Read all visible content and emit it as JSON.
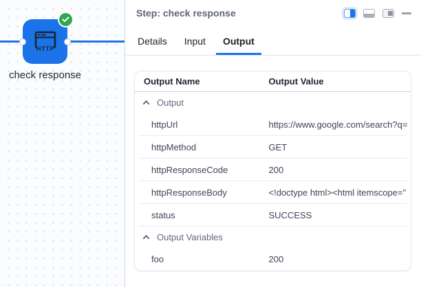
{
  "canvas": {
    "node": {
      "label": "check response",
      "type_label": "HTTP",
      "status": "success",
      "icon": "http-browser-icon"
    },
    "edge_color": "#1a73e8"
  },
  "panel": {
    "title": "Step: check response",
    "toolbar": {
      "icons": [
        {
          "name": "split-view-icon",
          "active": true
        },
        {
          "name": "bottom-panel-icon",
          "active": false
        },
        {
          "name": "right-panel-icon",
          "active": false
        },
        {
          "name": "collapse-icon",
          "active": false
        }
      ]
    },
    "tabs": [
      {
        "label": "Details",
        "active": false
      },
      {
        "label": "Input",
        "active": false
      },
      {
        "label": "Output",
        "active": true
      }
    ],
    "table": {
      "columns": [
        "Output Name",
        "Output Value"
      ],
      "groups": [
        {
          "label": "Output",
          "collapsed": false,
          "rows": [
            {
              "name": "httpUrl",
              "value": "https://www.google.com/search?q="
            },
            {
              "name": "httpMethod",
              "value": "GET"
            },
            {
              "name": "httpResponseCode",
              "value": "200"
            },
            {
              "name": "httpResponseBody",
              "value": "<!doctype html><html itemscope=\""
            },
            {
              "name": "status",
              "value": "SUCCESS"
            }
          ]
        },
        {
          "label": "Output Variables",
          "collapsed": false,
          "rows": [
            {
              "name": "foo",
              "value": "200"
            }
          ]
        }
      ]
    }
  },
  "colors": {
    "accent_blue": "#1a73e8",
    "success_green": "#2fa84f",
    "tab_underline": "#1a73e8",
    "panel_title_text": "#5d6477",
    "row_text": "#3f4459"
  }
}
